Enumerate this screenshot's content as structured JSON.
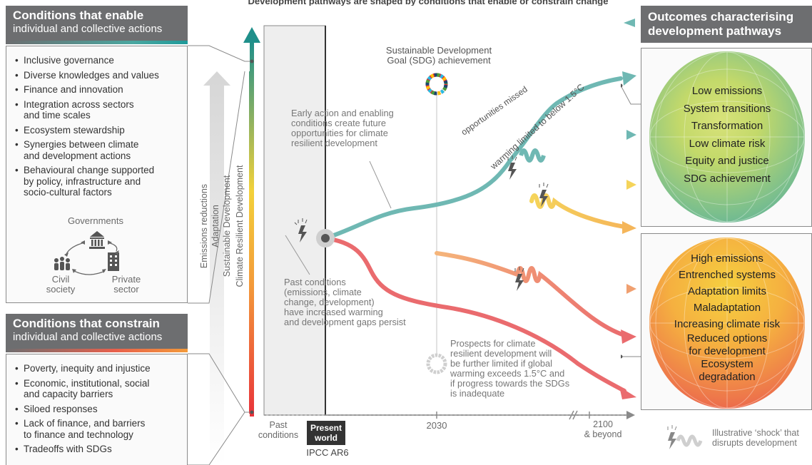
{
  "top_title": "Development pathways are shaped by conditions that enable or constrain change",
  "enable": {
    "title": "Conditions that enable",
    "subtitle": "individual and collective actions",
    "items": [
      "Inclusive governance",
      "Diverse knowledges and values",
      "Finance and innovation",
      "Integration across sectors\nand time scales",
      "Ecosystem stewardship",
      "Synergies between climate\nand development actions",
      "Behavioural change supported\nby policy, infrastructure and\nsocio-cultural factors"
    ],
    "actors": {
      "governments": "Governments",
      "civil_society": "Civil\nsociety",
      "private_sector": "Private\nsector"
    }
  },
  "constrain": {
    "title": "Conditions that constrain",
    "subtitle": "individual and collective actions",
    "items": [
      "Poverty, inequity and injustice",
      "Economic, institutional, social\nand capacity barriers",
      "Siloed responses",
      "Lack of finance, and barriers\nto finance and technology",
      "Tradeoffs with SDGs"
    ]
  },
  "arrow_labels": {
    "emissions": "Emissions reductions",
    "adaptation": "Adaptation",
    "sustainable": "Sustainable Development",
    "crd": "Climate Resilient Development"
  },
  "diagram": {
    "sdg_label": "Sustainable Development\nGoal (SDG) achievement",
    "early_action": "Early action and enabling\nconditions create future\nopportunities for climate\nresilient development",
    "opportunities_missed": "opportunities missed",
    "warming_limited": "warming limited to below 1.5°C",
    "past_conditions_note": "Past conditions\n(emissions, climate\nchange, development)\nhave increased warming\nand development gaps persist",
    "prospects": "Prospects for climate\nresilient development will\nbe further limited if global\nwarming exceeds 1.5°C and\nif progress towards the SDGs\nis inadequate"
  },
  "timeline": {
    "past": "Past\nconditions",
    "present": "Present\nworld",
    "ipcc": "IPCC AR6",
    "y2030": "2030",
    "y2100": "2100\n& beyond"
  },
  "outcomes": {
    "title": "Outcomes characterising\ndevelopment pathways",
    "positive": [
      "Low emissions",
      "System transitions",
      "Transformation",
      "Low climate risk",
      "Equity and justice",
      "SDG achievement"
    ],
    "negative": [
      "High emissions",
      "Entrenched systems",
      "Adaptation limits",
      "Maladaptation",
      "Increasing climate risk",
      "Reduced options\nfor development",
      "Ecosystem\ndegradation"
    ]
  },
  "legend": {
    "shock": "Illustrative ‘shock’ that\ndisrupts development"
  },
  "colors": {
    "header_gray": "#6d6e70",
    "teal": "#6fb8b3",
    "red": "#ea6b6e",
    "orange": "#f0a070",
    "yellow": "#f5c95a"
  }
}
